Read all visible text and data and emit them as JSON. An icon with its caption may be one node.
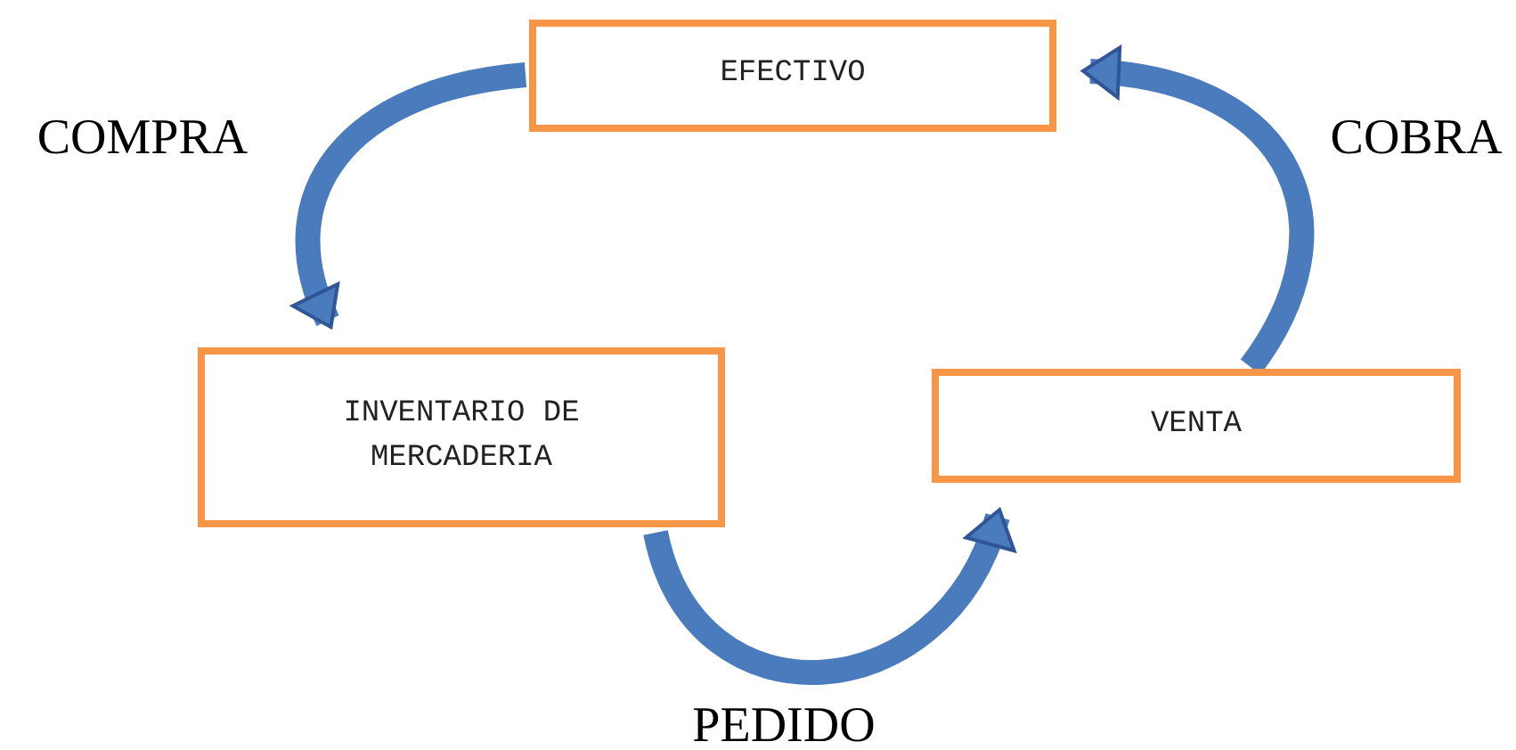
{
  "diagram": {
    "nodes": [
      {
        "text": [
          "EFECTIVO"
        ]
      },
      {
        "text": [
          "INVENTARIO DE MERCADERIA"
        ]
      },
      {
        "text": [
          "VENTA"
        ]
      }
    ],
    "edges": [
      {
        "from": 0,
        "to": 1,
        "arrow": "to",
        "label": "COMPRA"
      },
      {
        "from": 1,
        "to": 2,
        "arrow": "to",
        "label": "PEDIDO"
      },
      {
        "from": 2,
        "to": 0,
        "arrow": "to",
        "label": "COBRA"
      }
    ]
  }
}
